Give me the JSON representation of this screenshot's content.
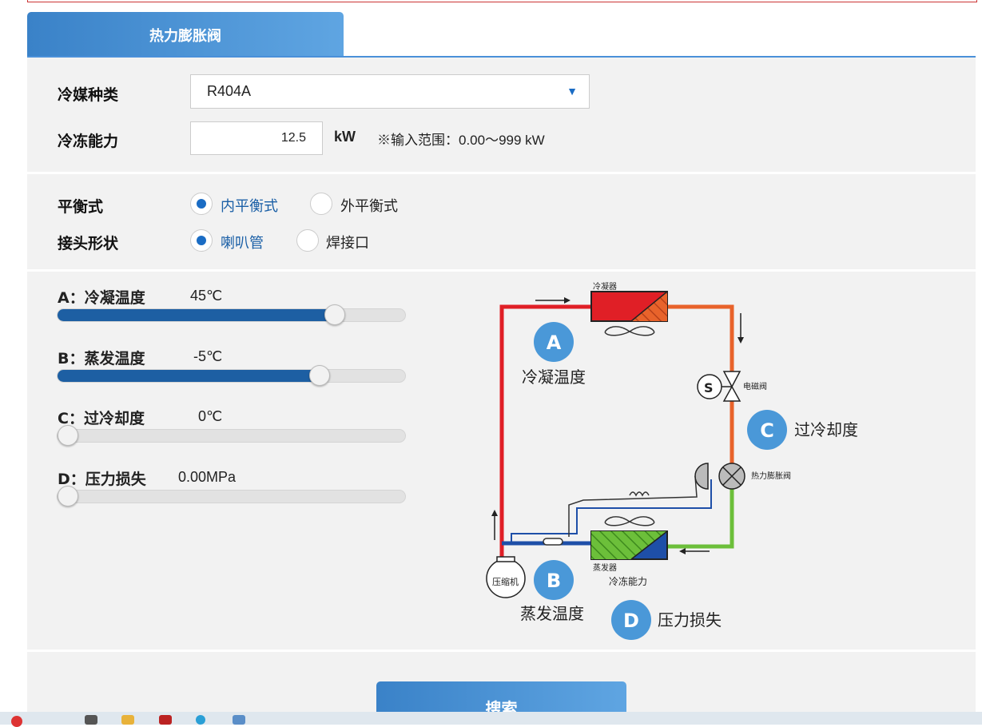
{
  "tab": {
    "title": "热力膨胀阀"
  },
  "refrigerant": {
    "label": "冷媒种类",
    "value": "R404A"
  },
  "capacity": {
    "label": "冷冻能力",
    "value": "12.5",
    "unit": "kW",
    "hint": "※输入范围：0.00～999 kW"
  },
  "balance": {
    "label": "平衡式",
    "options": [
      "内平衡式",
      "外平衡式"
    ],
    "selected": "内平衡式"
  },
  "connector": {
    "label": "接头形状",
    "options": [
      "喇叭管",
      "焊接口"
    ],
    "selected": "喇叭管"
  },
  "sliders": [
    {
      "label": "A：冷凝温度",
      "value": "45℃",
      "level": 0.817
    },
    {
      "label": "B：蒸发温度",
      "value": "-5℃",
      "level": 0.77
    },
    {
      "label": "C：过冷却度",
      "value": "0℃",
      "level": 0
    },
    {
      "label": "D：压力损失",
      "value": "0.00MPa",
      "level": 0
    }
  ],
  "diagram": {
    "condenser": "冷凝器",
    "solenoid": "电磁阀",
    "expansion_valve": "热力膨胀阀",
    "evaporator": "蒸发器",
    "capacity": "冷冻能力",
    "compressor": "压缩机",
    "markers": [
      {
        "letter": "A",
        "text": "冷凝温度"
      },
      {
        "letter": "B",
        "text": "蒸发温度"
      },
      {
        "letter": "C",
        "text": "过冷却度"
      },
      {
        "letter": "D",
        "text": "压力损失"
      }
    ],
    "colors": {
      "hot": "#e01f26",
      "warm": "#e8632b",
      "liquid": "#e8632b",
      "low": "#6cbf3a",
      "suction": "#1e4fa8",
      "marker": "#4a98d8"
    }
  },
  "search": {
    "label": "搜索"
  }
}
